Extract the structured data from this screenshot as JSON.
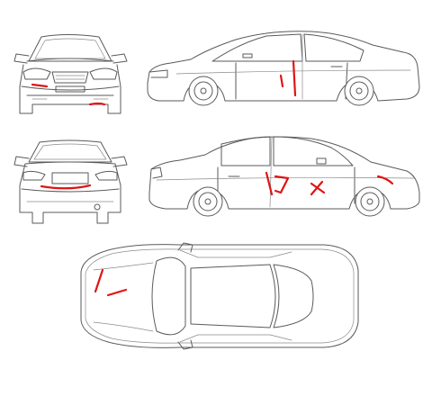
{
  "sheet": {
    "views": [
      "front",
      "rear",
      "left-side",
      "right-side",
      "top"
    ],
    "damage_mark_color": "#e01414",
    "outline_color": "#5a5a5a"
  }
}
